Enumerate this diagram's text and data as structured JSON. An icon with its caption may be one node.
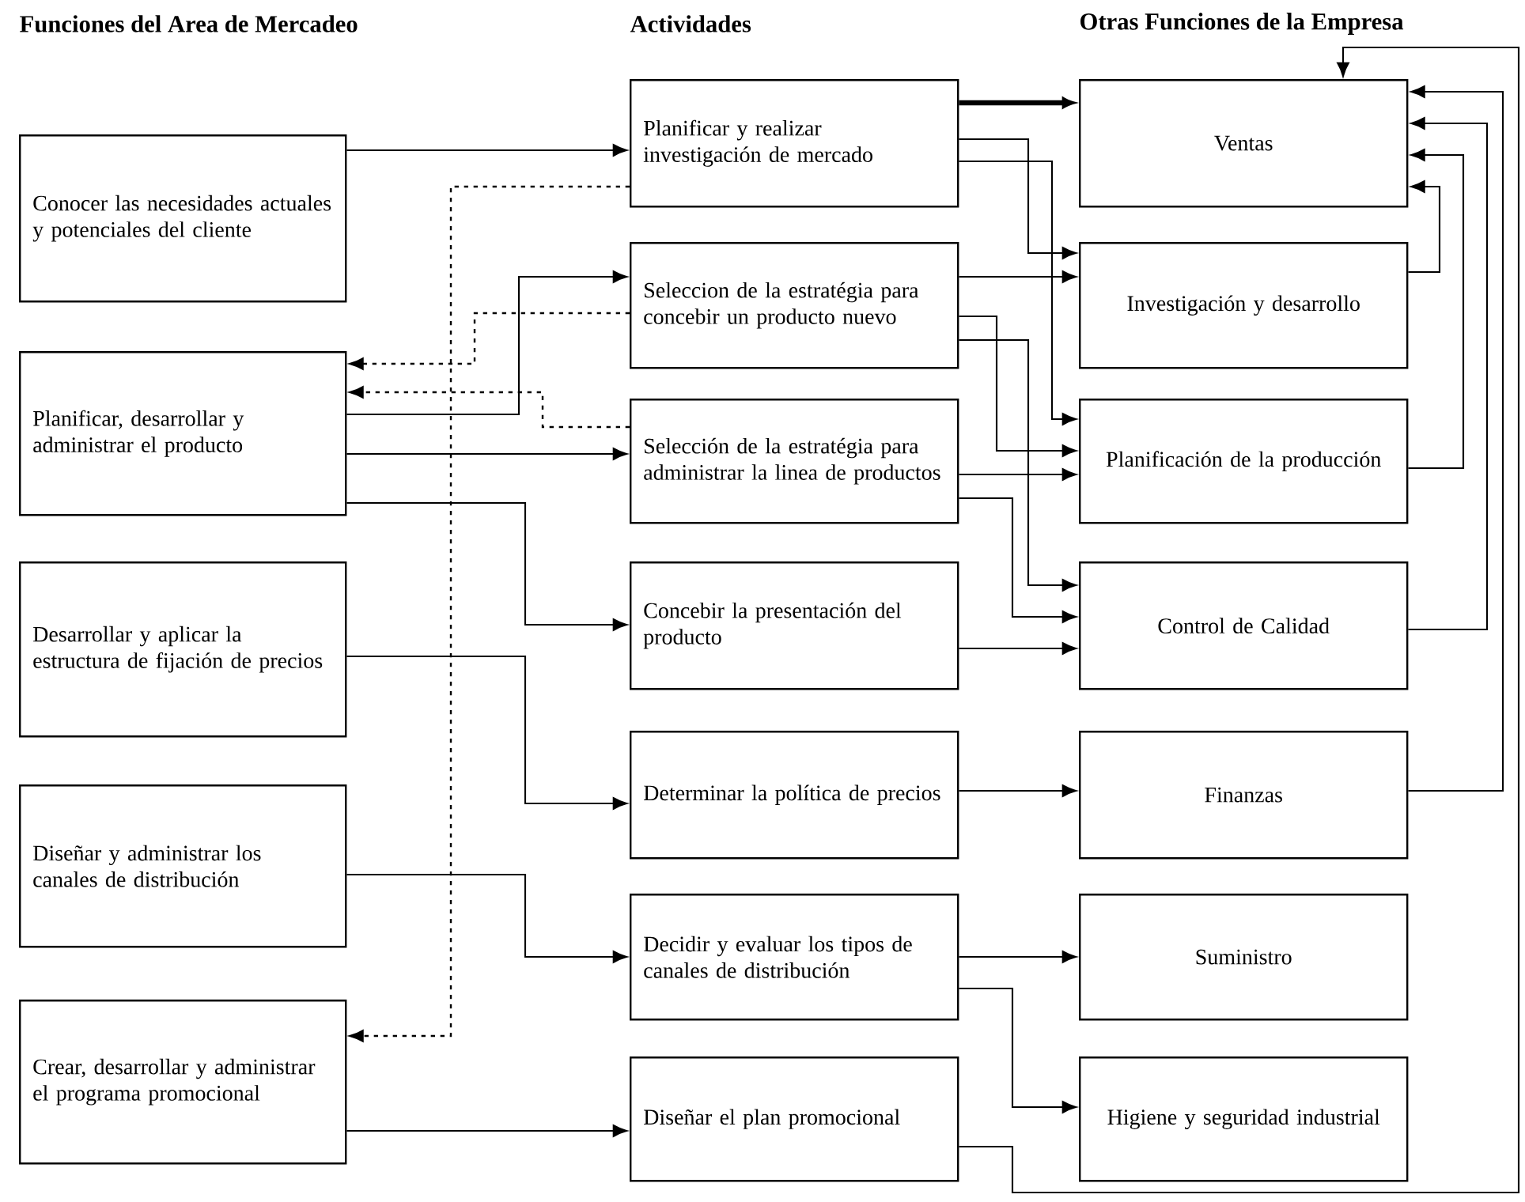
{
  "diagram": {
    "nodes": [
      {
        "text": [
          "Conocer las necesidades actuales y potenciales del cliente"
        ]
      },
      {
        "text": [
          "Planificar, desarrollar y administrar el producto"
        ]
      },
      {
        "text": [
          "Desarrollar y aplicar la estructura de fijación de precios"
        ]
      },
      {
        "text": [
          "Diseñar y administrar los canales de distribución"
        ]
      },
      {
        "text": [
          "Crear, desarrollar y administrar el programa promocional"
        ]
      },
      {
        "text": [
          "Planificar y realizar investigación de mercado"
        ]
      },
      {
        "text": [
          "Seleccion de la estratégia para concebir un producto nuevo"
        ]
      },
      {
        "text": [
          "Selección de la estratégia para administrar la linea de productos"
        ]
      },
      {
        "text": [
          "Concebir la presentación del producto"
        ]
      },
      {
        "text": [
          "Determinar la política de precios"
        ]
      },
      {
        "text": [
          "Decidir y evaluar los tipos de canales de distribución"
        ]
      },
      {
        "text": [
          "Diseñar el plan promocional"
        ]
      },
      {
        "text": [
          "Ventas"
        ]
      },
      {
        "text": [
          "Investigación y desarrollo"
        ]
      },
      {
        "text": [
          "Planificación de la producción"
        ]
      },
      {
        "text": [
          "Control de Calidad"
        ]
      },
      {
        "text": [
          "Finanzas"
        ]
      },
      {
        "text": [
          "Suministro"
        ]
      },
      {
        "text": [
          "Higiene y seguridad industrial"
        ]
      }
    ],
    "edges": [
      {
        "from": 0,
        "to": 5,
        "arrow": "to"
      },
      {
        "from": 1,
        "to": 6,
        "arrow": "to"
      },
      {
        "from": 1,
        "to": 7,
        "arrow": "to"
      },
      {
        "from": 1,
        "to": 8,
        "arrow": "to"
      },
      {
        "from": 2,
        "to": 9,
        "arrow": "to"
      },
      {
        "from": 3,
        "to": 10,
        "arrow": "to"
      },
      {
        "from": 4,
        "to": 11,
        "arrow": "to"
      },
      {
        "from": 5,
        "to": 4,
        "arrow": "to",
        "style": "dashed"
      },
      {
        "from": 6,
        "to": 1,
        "arrow": "to",
        "style": "dashed"
      },
      {
        "from": 7,
        "to": 1,
        "arrow": "to",
        "style": "dashed"
      },
      {
        "from": 5,
        "to": 12,
        "arrow": "to",
        "style": "thick"
      },
      {
        "from": 5,
        "to": 13,
        "arrow": "to"
      },
      {
        "from": 5,
        "to": 14,
        "arrow": "to"
      },
      {
        "from": 6,
        "to": 13,
        "arrow": "to"
      },
      {
        "from": 6,
        "to": 14,
        "arrow": "to"
      },
      {
        "from": 6,
        "to": 15,
        "arrow": "to"
      },
      {
        "from": 7,
        "to": 14,
        "arrow": "to"
      },
      {
        "from": 7,
        "to": 15,
        "arrow": "to"
      },
      {
        "from": 8,
        "to": 15,
        "arrow": "to"
      },
      {
        "from": 9,
        "to": 16,
        "arrow": "to"
      },
      {
        "from": 10,
        "to": 17,
        "arrow": "to"
      },
      {
        "from": 10,
        "to": 18,
        "arrow": "to"
      },
      {
        "from": 11,
        "to": 12,
        "arrow": "to"
      },
      {
        "from": 13,
        "to": 12,
        "arrow": "to"
      },
      {
        "from": 14,
        "to": 12,
        "arrow": "to"
      },
      {
        "from": 15,
        "to": 12,
        "arrow": "to"
      },
      {
        "from": 16,
        "to": 12,
        "arrow": "to"
      }
    ],
    "labels": [
      "Funciones del Area de Mercadeo",
      "Actividades",
      "Otras Funciones de la Empresa"
    ]
  }
}
